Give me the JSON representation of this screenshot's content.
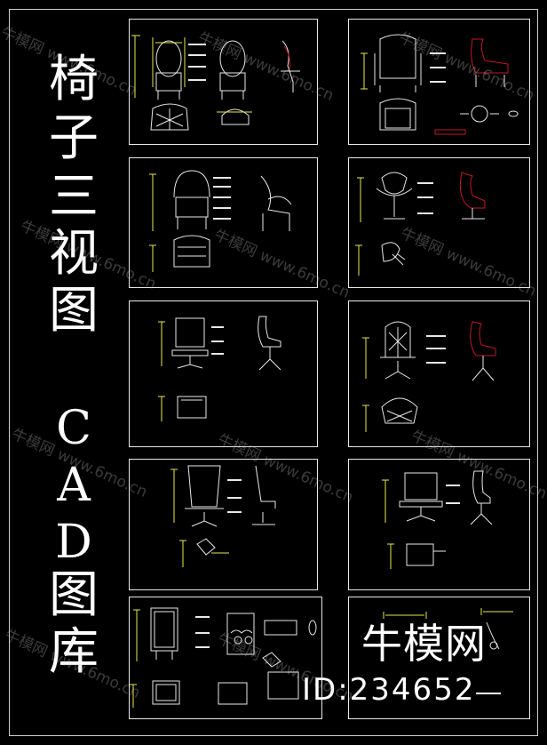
{
  "title": {
    "chars_top": [
      "椅",
      "子",
      "三",
      "视",
      "图"
    ],
    "chars_mid": [
      "C",
      "A",
      "D"
    ],
    "chars_bottom": [
      "图",
      "库"
    ]
  },
  "watermark": {
    "text": "牛模网 www.6mo.cn"
  },
  "brand": {
    "name": "牛模网",
    "id": "ID:234652"
  },
  "colors": {
    "background": "#000000",
    "frame": "#cfcfcf",
    "line": "#e8e8e8",
    "dimension": "#e8e84a",
    "accent_red": "#c0182a"
  }
}
